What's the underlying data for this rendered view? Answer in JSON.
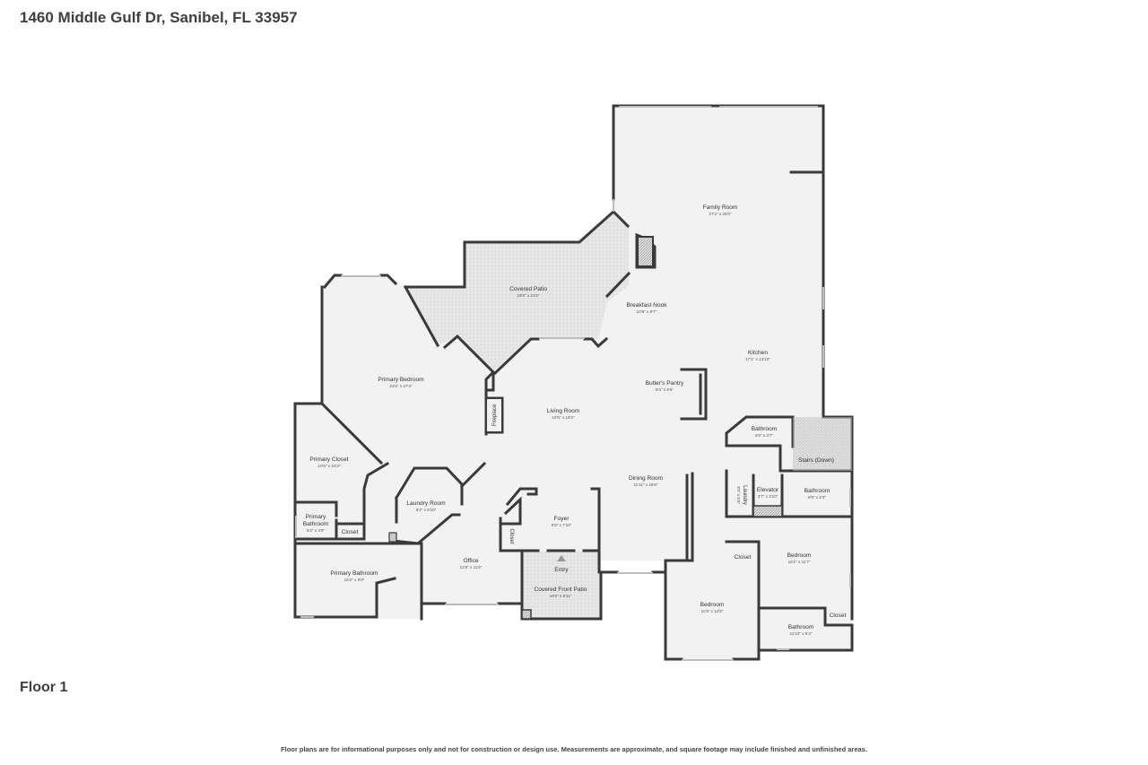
{
  "header": {
    "address": "1460 Middle Gulf Dr, Sanibel, FL 33957"
  },
  "floor_label": "Floor 1",
  "disclaimer": "Floor plans are for informational purposes only and not for construction or design use. Measurements are approximate, and square footage may include finished and unfinished areas.",
  "rooms": {
    "family_room": {
      "name": "Family Room",
      "dims": "27'2\" x 26'0\""
    },
    "covered_patio": {
      "name": "Covered Patio",
      "dims": "29'9\" x 21'6\""
    },
    "breakfast_nook": {
      "name": "Breakfast Nook",
      "dims": "10'9\" x 9'7\""
    },
    "kitchen": {
      "name": "Kitchen",
      "dims": "17'1\" x 13'10\""
    },
    "primary_bedroom": {
      "name": "Primary Bedroom",
      "dims": "22'5\" x 27'4\""
    },
    "butlers_pantry": {
      "name": "Butler's Pantry",
      "dims": "9'4\" x 9'6\""
    },
    "living_room": {
      "name": "Living Room",
      "dims": "16'5\" x 19'3\""
    },
    "fireplace": {
      "name": "Fireplace"
    },
    "bathroom_upper": {
      "name": "Bathroom",
      "dims": "8'5\" x 3'7\""
    },
    "stairs": {
      "name": "Stairs (Down)"
    },
    "primary_closet": {
      "name": "Primary Closet",
      "dims": "10'6\" x 15'3\""
    },
    "dining_room": {
      "name": "Dining Room",
      "dims": "11'11\" x 19'8\""
    },
    "laundry_room": {
      "name": "Laundry Room",
      "dims": "8'2\" x 9'10\""
    },
    "laundry_small": {
      "name": "Laundry",
      "dims": "3'0\" x 5'5\""
    },
    "elevator": {
      "name": "Elevator",
      "dims": "3'7\" x 3'10\""
    },
    "bathroom_mid": {
      "name": "Bathroom",
      "dims": "8'9\" x 5'3\""
    },
    "primary_bathroom_small": {
      "name1": "Primary",
      "name2": "Bathroom",
      "dims": "5'2\" x 4'9\""
    },
    "closet_primary": {
      "name": "Closet"
    },
    "foyer": {
      "name": "Foyer",
      "dims": "9'9\" x 7'10\""
    },
    "closet_foyer": {
      "name": "Closet"
    },
    "office": {
      "name": "Office",
      "dims": "12'8\" x 11'5\""
    },
    "entry": {
      "name": "Entry"
    },
    "primary_bathroom": {
      "name": "Primary Bathroom",
      "dims": "16'2\" x 9'9\""
    },
    "covered_front_patio": {
      "name": "Covered Front Patio",
      "dims": "10'6\" x 8'11\""
    },
    "closet_bedroom": {
      "name": "Closet"
    },
    "bedroom_right": {
      "name": "Bedroom",
      "dims": "16'1\" x 11'7\""
    },
    "bedroom_lower": {
      "name": "Bedroom",
      "dims": "11'9\" x 14'8\""
    },
    "bathroom_lower": {
      "name": "Bathroom",
      "dims": "11'10\" x 5'3\""
    },
    "closet_bath": {
      "name": "Closet"
    }
  },
  "colors": {
    "wall": "#3a3a3a",
    "floor": "#f2f2f2",
    "patio": "#e6e6e6",
    "text": "#333333"
  }
}
